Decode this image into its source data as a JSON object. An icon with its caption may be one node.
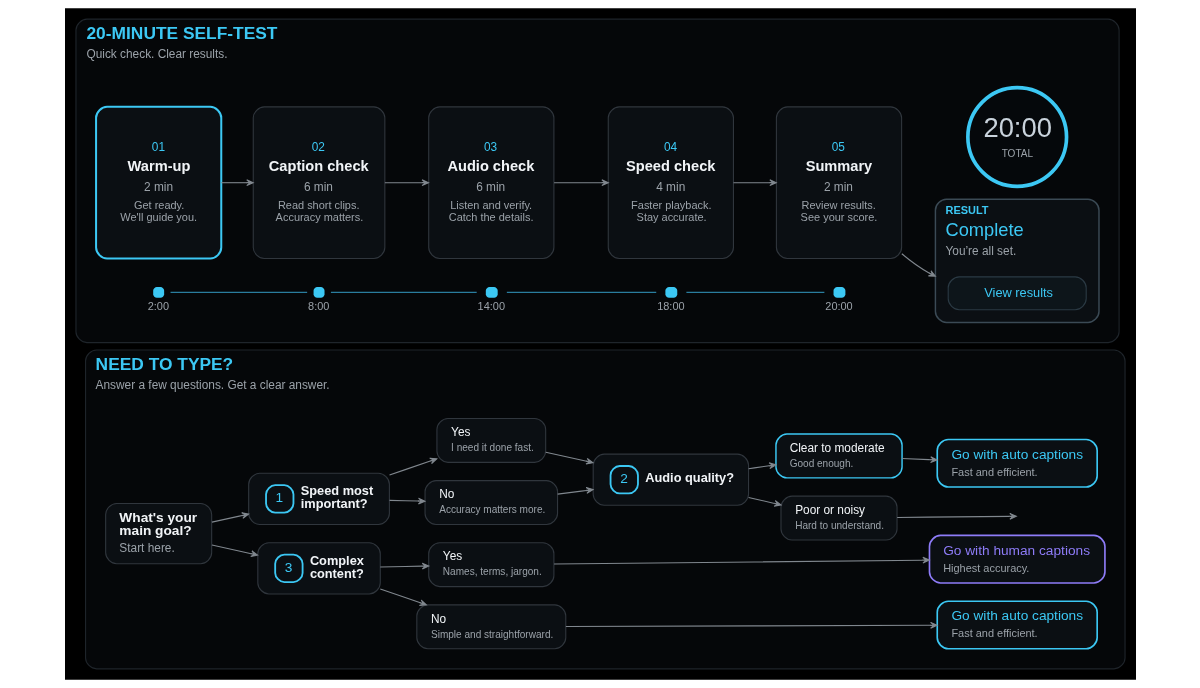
{
  "diagram": {
    "nodes": [
      {
        "text": [
          "20-MINUTE SELF-TEST",
          "Quick check. Clear results."
        ]
      },
      {
        "text": [
          "20:00",
          "TOTAL"
        ],
        "in": 0
      },
      {
        "text": [
          "01",
          "Warm-up",
          "2 min",
          "Get ready. We'll guide you."
        ],
        "in": 0
      },
      {
        "text": [
          "02",
          "Caption check",
          "6 min",
          "Read short clips. Accuracy matters."
        ],
        "in": 0
      },
      {
        "text": [
          "03",
          "Audio check",
          "6 min",
          "Listen and verify. Catch the details."
        ],
        "in": 0
      },
      {
        "text": [
          "04",
          "Speed check",
          "4 min",
          "Faster playback. Stay accurate."
        ],
        "in": 0
      },
      {
        "text": [
          "05",
          "Summary",
          "2 min",
          "Review results. See your score."
        ],
        "in": 0
      },
      {
        "text": [
          "RESULT",
          "Complete",
          "You’re all set."
        ],
        "in": 0
      },
      {
        "text": [
          "View results"
        ],
        "in": 7
      },
      {
        "text": [],
        "shape": "circle",
        "beside": [
          "2:00"
        ],
        "in": 0
      },
      {
        "text": [],
        "shape": "circle",
        "beside": [
          "8:00"
        ],
        "in": 0
      },
      {
        "text": [],
        "shape": "circle",
        "beside": [
          "14:00"
        ],
        "in": 0
      },
      {
        "text": [],
        "shape": "circle",
        "beside": [
          "18:00"
        ],
        "in": 0
      },
      {
        "text": [],
        "shape": "circle",
        "beside": [
          "20:00"
        ],
        "in": 0
      },
      {
        "text": [
          "NEED TO TYPE?",
          "Answer a few questions. Get a clear answer."
        ]
      },
      {
        "text": [
          "What's your main goal?",
          "Start here."
        ],
        "in": 14
      },
      {
        "text": [
          "1",
          "Speed most important?"
        ],
        "in": 14
      },
      {
        "text": [
          "3",
          "Complex content?"
        ],
        "in": 14
      },
      {
        "text": [
          "Yes",
          "I need it done fast."
        ],
        "in": 14
      },
      {
        "text": [
          "No",
          "Accuracy matters more."
        ],
        "in": 14
      },
      {
        "text": [
          "2",
          "Audio quality?"
        ],
        "in": 14
      },
      {
        "text": [
          "Clear to moderate",
          "Good enough."
        ],
        "in": 14
      },
      {
        "text": [
          "Poor or noisy",
          "Hard to understand."
        ],
        "in": 14
      },
      {
        "text": [
          "Go with auto captions",
          "Fast and efficient."
        ],
        "in": 14
      },
      {
        "text": [
          "Yes",
          "Names, terms, jargon."
        ],
        "in": 14
      },
      {
        "text": [
          "No",
          "Simple and straightforward."
        ],
        "in": 14
      },
      {
        "text": [
          "Go with human captions",
          "Highest accuracy."
        ],
        "in": 14
      },
      {
        "text": [
          "Go with auto captions",
          "Fast and efficient."
        ],
        "in": 14
      }
    ],
    "edges": [
      {
        "from": 2,
        "to": 3,
        "arrow": "to"
      },
      {
        "from": 3,
        "to": 4,
        "arrow": "to"
      },
      {
        "from": 4,
        "to": 5,
        "arrow": "to"
      },
      {
        "from": 5,
        "to": 6,
        "arrow": "to"
      },
      {
        "from": 6,
        "to": 7,
        "arrow": "to"
      },
      {
        "from": 9,
        "to": 10,
        "arrow": "none",
        "color": "#2a7d9e"
      },
      {
        "from": 10,
        "to": 11,
        "arrow": "none",
        "color": "#2a7d9e"
      },
      {
        "from": 11,
        "to": 12,
        "arrow": "none",
        "color": "#2a7d9e"
      },
      {
        "from": 12,
        "to": 13,
        "arrow": "none",
        "color": "#2a7d9e"
      },
      {
        "from": 15,
        "to": 16,
        "arrow": "to"
      },
      {
        "from": 15,
        "to": 17,
        "arrow": "to"
      },
      {
        "from": 16,
        "to": 18,
        "arrow": "to"
      },
      {
        "from": 16,
        "to": 19,
        "arrow": "to"
      },
      {
        "from": 18,
        "to": 20,
        "arrow": "to"
      },
      {
        "from": 19,
        "to": 20,
        "arrow": "to"
      },
      {
        "from": 20,
        "to": 21,
        "arrow": "to"
      },
      {
        "from": 20,
        "to": 22,
        "arrow": "to"
      },
      {
        "from": 21,
        "to": 23,
        "arrow": "to"
      },
      {
        "from": 22,
        "to": null,
        "arrow": "to"
      },
      {
        "from": 17,
        "to": 24,
        "arrow": "to"
      },
      {
        "from": 17,
        "to": 25,
        "arrow": "to"
      },
      {
        "from": 24,
        "to": 26,
        "arrow": "to"
      },
      {
        "from": 25,
        "to": 27,
        "arrow": "to"
      }
    ]
  }
}
